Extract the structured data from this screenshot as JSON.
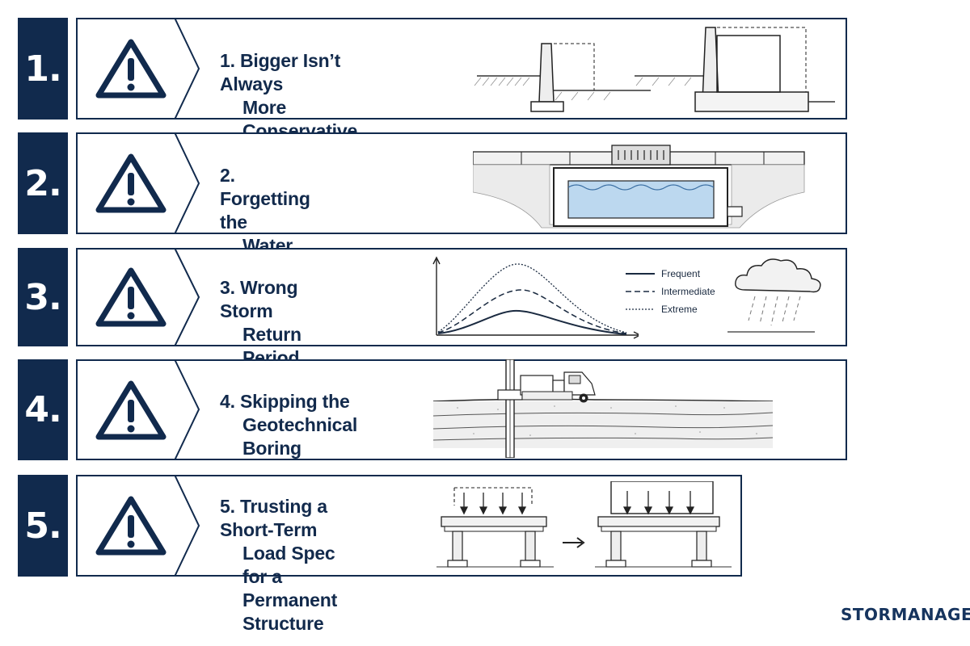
{
  "rows": [
    {
      "number": "1.",
      "title_line1": "1. Bigger Isn’t Always",
      "title_line2": "More Conservative"
    },
    {
      "number": "2.",
      "title_line1": "2. Forgetting the",
      "title_line2": "Water Quality Volume"
    },
    {
      "number": "3.",
      "title_line1": "3. Wrong Storm",
      "title_line2": "Return Period"
    },
    {
      "number": "4.",
      "title_line1": "4. Skipping the",
      "title_line2": "Geotechnical Boring"
    },
    {
      "number": "5.",
      "title_line1": "5. Trusting a Short-Term",
      "title_line2": "Load Spec for a",
      "title_line3": "Permanent Structure"
    }
  ],
  "legend": {
    "frequent": "Frequent",
    "intermediate": "Intermediate",
    "extreme": "Extreme"
  },
  "brand": "STORMANAGE",
  "icons": {
    "warning": "warning-triangle-icon",
    "chevron": "chevron-right-icon",
    "arrow": "arrow-right-icon",
    "cloud": "rain-cloud-icon"
  },
  "colors": {
    "navy": "#112a4d",
    "water": "#bcd8ef"
  }
}
